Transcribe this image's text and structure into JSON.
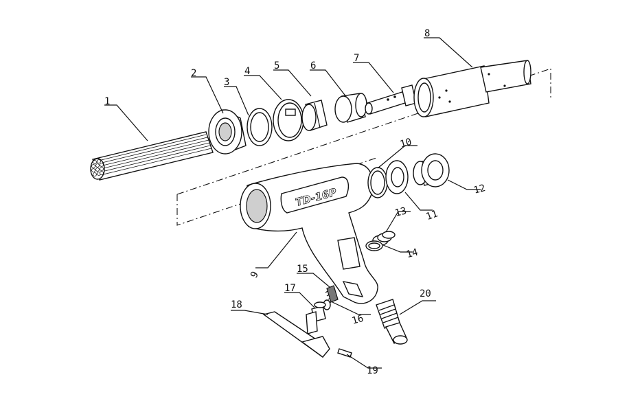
{
  "brand_label": "TD-16P",
  "parts": [
    {
      "number": "1"
    },
    {
      "number": "2"
    },
    {
      "number": "3"
    },
    {
      "number": "4"
    },
    {
      "number": "5"
    },
    {
      "number": "6"
    },
    {
      "number": "7"
    },
    {
      "number": "8"
    },
    {
      "number": "9"
    },
    {
      "number": "10"
    },
    {
      "number": "11"
    },
    {
      "number": "12"
    },
    {
      "number": "13"
    },
    {
      "number": "14"
    },
    {
      "number": "15"
    },
    {
      "number": "16"
    },
    {
      "number": "17"
    },
    {
      "number": "18"
    },
    {
      "number": "19"
    },
    {
      "number": "20"
    }
  ]
}
